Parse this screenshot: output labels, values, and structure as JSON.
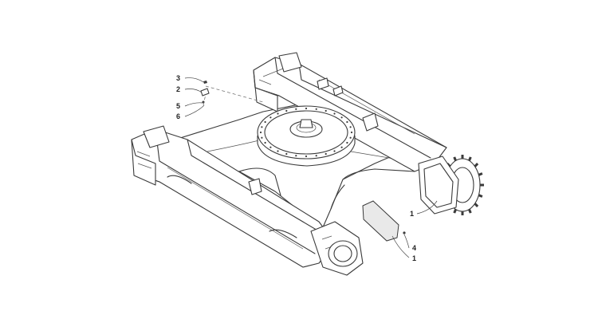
{
  "callouts": [
    {
      "id": "c1",
      "label": "3"
    },
    {
      "id": "c2",
      "label": "2"
    },
    {
      "id": "c3",
      "label": "5"
    },
    {
      "id": "c4",
      "label": "6"
    },
    {
      "id": "c5",
      "label": "1"
    },
    {
      "id": "c6",
      "label": "4"
    },
    {
      "id": "c7",
      "label": "1"
    }
  ]
}
